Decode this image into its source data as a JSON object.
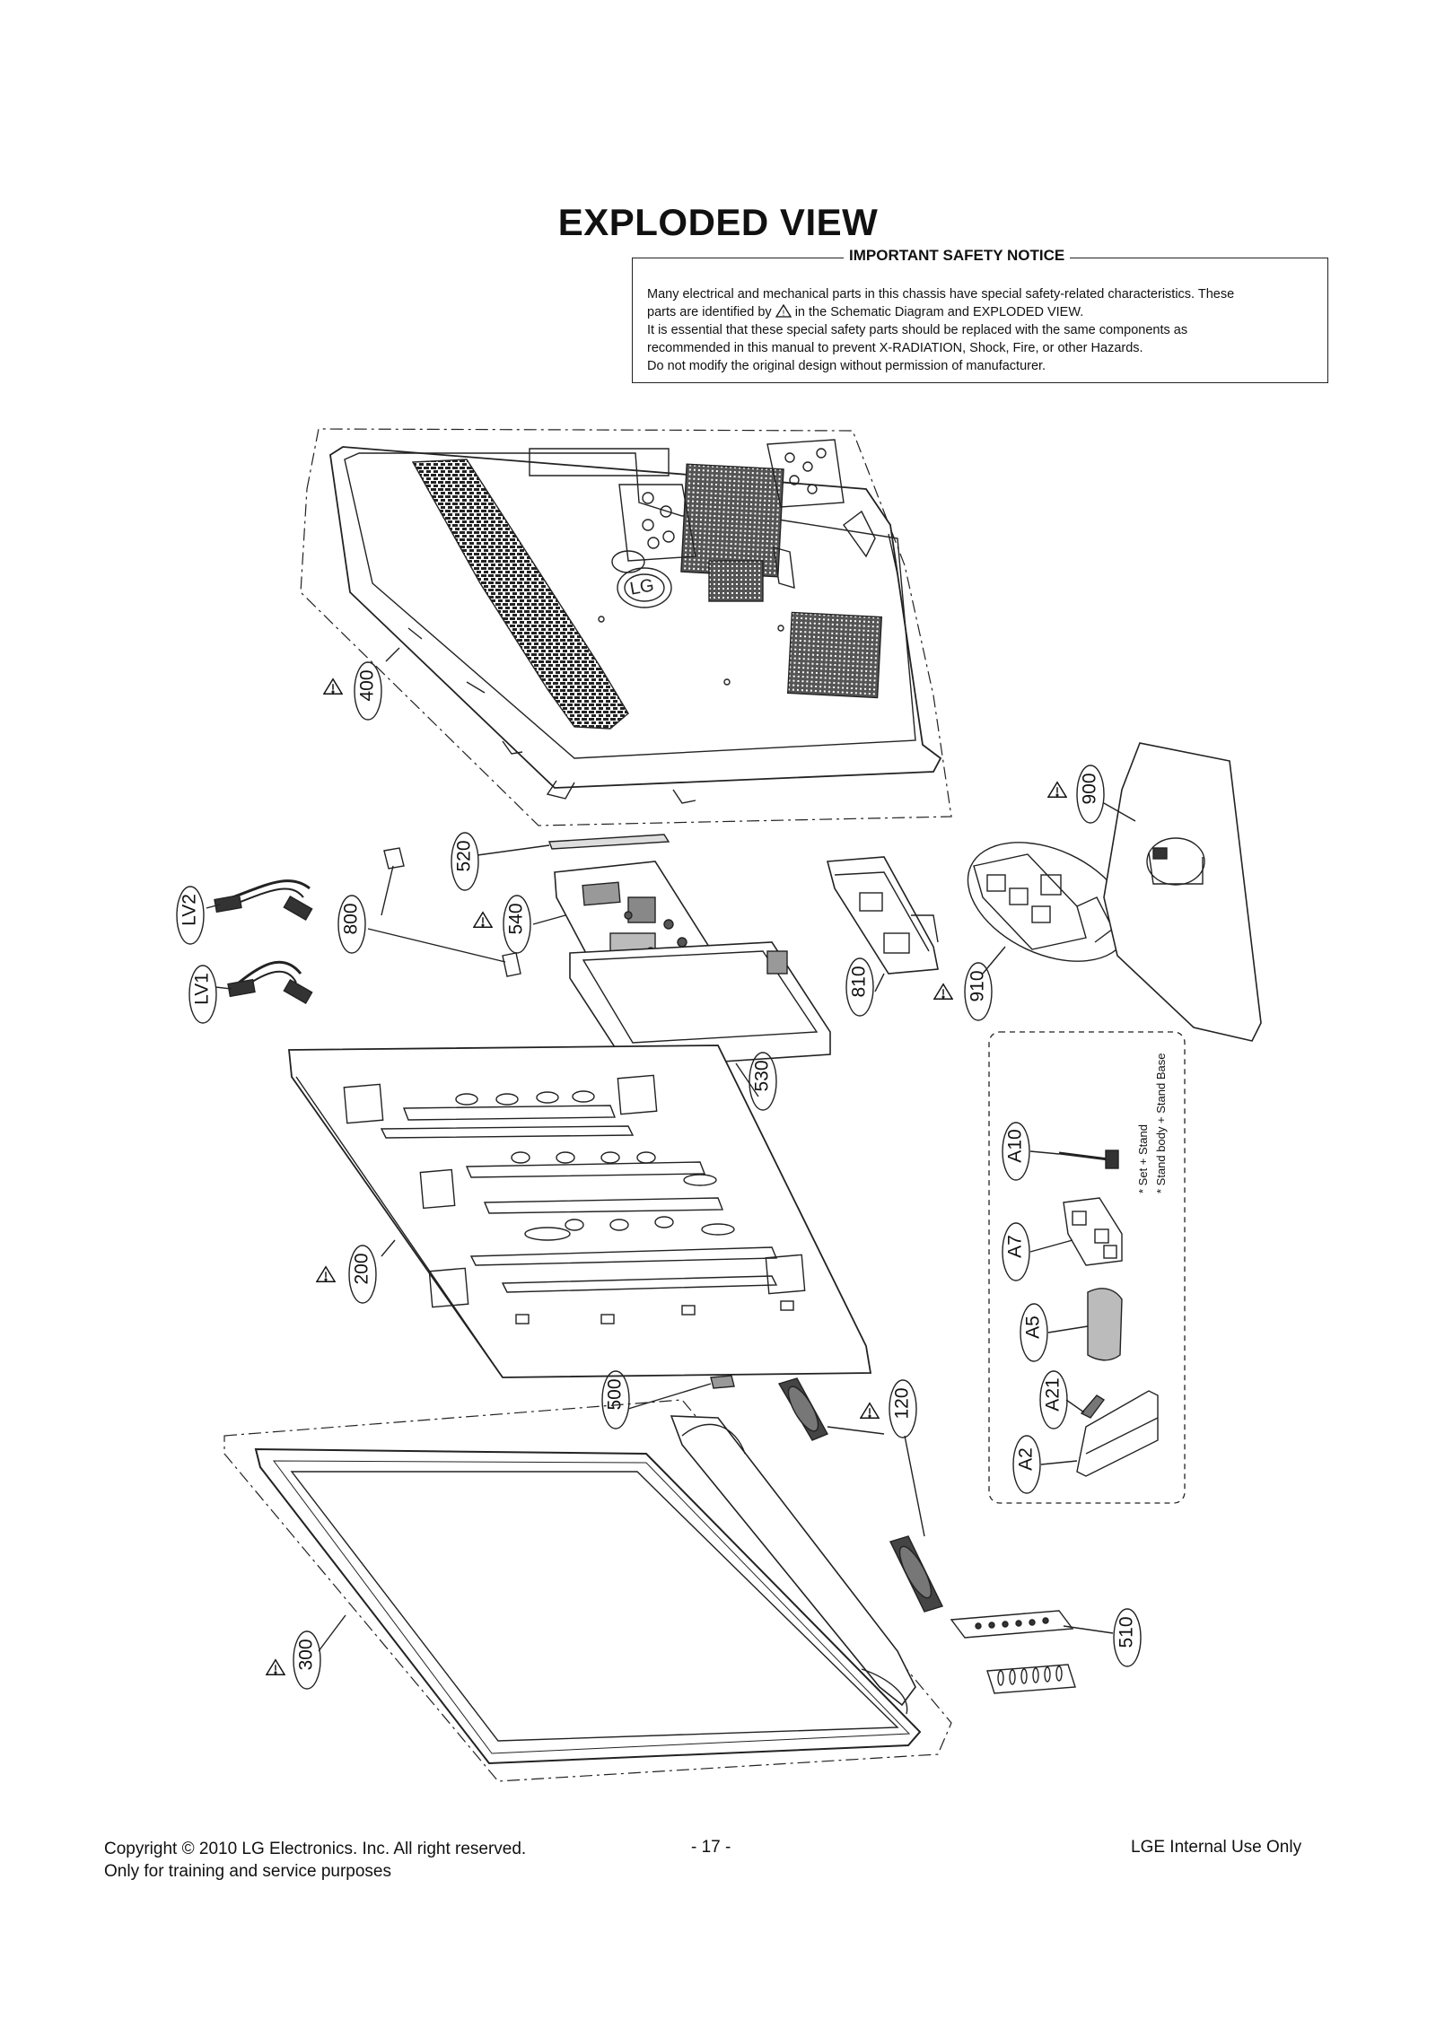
{
  "title": "EXPLODED VIEW",
  "notice": {
    "heading": "IMPORTANT SAFETY NOTICE",
    "line1": "Many electrical and mechanical parts in this chassis have special safety-related characteristics. These",
    "line2a": "parts are identified by",
    "line2b": "in the Schematic Diagram and EXPLODED VIEW.",
    "line3": "It is essential that these special safety parts should be replaced with the same components as",
    "line4": "recommended in this manual to prevent X-RADIATION, Shock, Fire, or other Hazards.",
    "line5": "Do not modify the original design without permission of manufacturer."
  },
  "callouts": {
    "c400": "400",
    "c520": "520",
    "c540": "540",
    "c800": "800",
    "lv2": "LV2",
    "lv1": "LV1",
    "c530": "530",
    "c810": "810",
    "c910": "910",
    "c900": "900",
    "c200": "200",
    "c500": "500",
    "c120": "120",
    "c300": "300",
    "c510": "510",
    "a10": "A10",
    "a7": "A7",
    "a5": "A5",
    "a21": "A21",
    "a2": "A2"
  },
  "stand_notes": {
    "note1": "* Set + Stand",
    "note2": "* Stand body + Stand Base"
  },
  "back_cover_logo": "LG",
  "footer": {
    "copyright": "Copyright © 2010 LG Electronics. Inc. All right reserved.",
    "training": "Only for training and service purposes",
    "page_number": "- 17 -",
    "internal": "LGE Internal Use Only"
  }
}
